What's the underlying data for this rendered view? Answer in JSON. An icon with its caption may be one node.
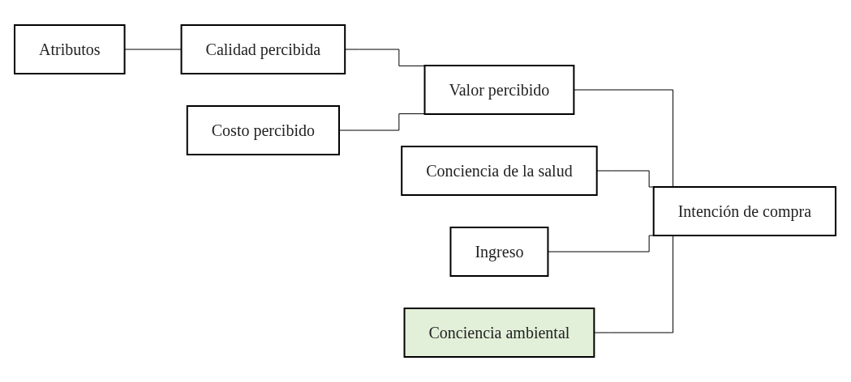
{
  "diagram": {
    "nodes": [
      {
        "text": [
          "Atributos"
        ]
      },
      {
        "text": [
          "Calidad percibida"
        ]
      },
      {
        "text": [
          "Conciencia de la salud"
        ]
      },
      {
        "text": [
          "Valor percibido"
        ]
      },
      {
        "text": [
          "Costo percibido"
        ]
      },
      {
        "text": [
          "Intención de compra"
        ]
      },
      {
        "text": [
          "Ingreso"
        ]
      },
      {
        "text": [
          "Conciencia ambiental"
        ]
      }
    ],
    "edges": [
      {
        "from": 0,
        "to": 1,
        "arrow": "none"
      },
      {
        "from": 1,
        "to": 3,
        "arrow": "none"
      },
      {
        "from": 4,
        "to": 3,
        "arrow": "none"
      },
      {
        "from": 3,
        "to": 5,
        "arrow": "none"
      },
      {
        "from": 2,
        "to": 5,
        "arrow": "none"
      },
      {
        "from": 6,
        "to": 5,
        "arrow": "none"
      },
      {
        "from": 7,
        "to": 5,
        "arrow": "none"
      }
    ]
  }
}
